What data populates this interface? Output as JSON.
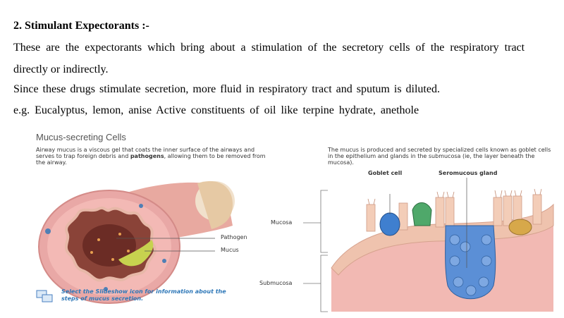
{
  "heading": "2.   Stimulant Expectorants :-",
  "paragraphs": {
    "p1_line1": "These are the expectorants which bring about a  stimulation  of  the  secretory  cells  of  the  respiratory tract",
    "p1_line2": "directly or indirectly.",
    "p2": "Since  these  drugs  stimulate  secretion,  more  fluid in respiratory tract and sputum is diluted.",
    "p3": "e.g.    Eucalyptus,  lemon,  anise   Active  constituents of oil like terpine hydrate, anethole"
  },
  "figure": {
    "title": "Mucus-secreting Cells",
    "left_text_pre": "Airway mucus is a viscous gel that coats the inner surface of the airways and serves to trap foreign debris and ",
    "left_text_bold": "pathogens",
    "left_text_post": ", allowing them to be removed from the airway.",
    "right_text": "The mucus is produced and secreted by specialized cells known as goblet cells in the epithelium and glands in the submucosa (ie, the layer beneath the mucosa).",
    "labels": {
      "pathogen": "Pathogen",
      "mucus": "Mucus",
      "goblet_cell": "Goblet cell",
      "seromucous_gland": "Seromucous gland",
      "mucosa": "Mucosa",
      "submucosa": "Submucosa"
    },
    "slideshow_note": "Select the Slideshow icon for information about the steps of mucus secretion.",
    "colors": {
      "tube_outer": "#e8a9a0",
      "tube_inner": "#7a3b33",
      "mucus": "#c7d24f",
      "goblet": "#3f7fcf",
      "gland_cells": "#5b8fd6",
      "epithelium": "#efc3ae",
      "submucosa": "#f2b9b3"
    }
  }
}
